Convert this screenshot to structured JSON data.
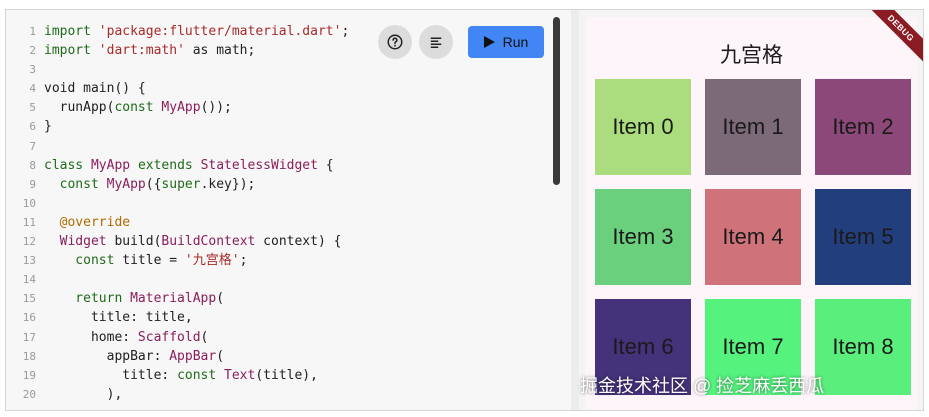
{
  "editor": {
    "lines": [
      {
        "n": "1",
        "segs": [
          {
            "t": "import ",
            "c": "kw"
          },
          {
            "t": "'package:flutter/material.dart'",
            "c": "str"
          },
          {
            "t": ";",
            "c": ""
          }
        ]
      },
      {
        "n": "2",
        "segs": [
          {
            "t": "import ",
            "c": "kw"
          },
          {
            "t": "'dart:math'",
            "c": "str"
          },
          {
            "t": " as math;",
            "c": ""
          }
        ]
      },
      {
        "n": "3",
        "segs": []
      },
      {
        "n": "4",
        "segs": [
          {
            "t": "void main() {",
            "c": ""
          }
        ]
      },
      {
        "n": "5",
        "segs": [
          {
            "t": "  runApp(",
            "c": ""
          },
          {
            "t": "const ",
            "c": "kw"
          },
          {
            "t": "MyApp",
            "c": "ty"
          },
          {
            "t": "());",
            "c": ""
          }
        ]
      },
      {
        "n": "6",
        "segs": [
          {
            "t": "}",
            "c": ""
          }
        ]
      },
      {
        "n": "7",
        "segs": []
      },
      {
        "n": "8",
        "segs": [
          {
            "t": "class ",
            "c": "kw"
          },
          {
            "t": "MyApp ",
            "c": "ty"
          },
          {
            "t": "extends ",
            "c": "kw"
          },
          {
            "t": "StatelessWidget",
            "c": "ty"
          },
          {
            "t": " {",
            "c": ""
          }
        ]
      },
      {
        "n": "9",
        "segs": [
          {
            "t": "  const ",
            "c": "kw"
          },
          {
            "t": "MyApp",
            "c": "ty"
          },
          {
            "t": "({",
            "c": ""
          },
          {
            "t": "super",
            "c": "kw"
          },
          {
            "t": ".key});",
            "c": ""
          }
        ]
      },
      {
        "n": "10",
        "segs": []
      },
      {
        "n": "11",
        "segs": [
          {
            "t": "  @override",
            "c": "ann"
          }
        ]
      },
      {
        "n": "12",
        "segs": [
          {
            "t": "  Widget",
            "c": "ty"
          },
          {
            "t": " build(",
            "c": ""
          },
          {
            "t": "BuildContext",
            "c": "ty"
          },
          {
            "t": " context) {",
            "c": ""
          }
        ]
      },
      {
        "n": "13",
        "segs": [
          {
            "t": "    const ",
            "c": "kw"
          },
          {
            "t": "title = ",
            "c": ""
          },
          {
            "t": "'九宫格'",
            "c": "str"
          },
          {
            "t": ";",
            "c": ""
          }
        ]
      },
      {
        "n": "14",
        "segs": []
      },
      {
        "n": "15",
        "segs": [
          {
            "t": "    return ",
            "c": "kw"
          },
          {
            "t": "MaterialApp",
            "c": "ty"
          },
          {
            "t": "(",
            "c": ""
          }
        ]
      },
      {
        "n": "16",
        "segs": [
          {
            "t": "      title: title,",
            "c": ""
          }
        ]
      },
      {
        "n": "17",
        "segs": [
          {
            "t": "      home: ",
            "c": ""
          },
          {
            "t": "Scaffold",
            "c": "ty"
          },
          {
            "t": "(",
            "c": ""
          }
        ]
      },
      {
        "n": "18",
        "segs": [
          {
            "t": "        appBar: ",
            "c": ""
          },
          {
            "t": "AppBar",
            "c": "ty"
          },
          {
            "t": "(",
            "c": ""
          }
        ]
      },
      {
        "n": "19",
        "segs": [
          {
            "t": "          title: ",
            "c": ""
          },
          {
            "t": "const ",
            "c": "kw"
          },
          {
            "t": "Text",
            "c": "ty"
          },
          {
            "t": "(title),",
            "c": ""
          }
        ]
      },
      {
        "n": "20",
        "segs": [
          {
            "t": "        ),",
            "c": ""
          }
        ]
      }
    ]
  },
  "toolbar": {
    "help_icon": "help-circle-icon",
    "format_icon": "format-align-icon",
    "run_label": "Run",
    "run_icon": "play-icon"
  },
  "preview": {
    "app_title": "九宫格",
    "debug_banner": "DEBUG",
    "items": [
      {
        "label": "Item 0",
        "color": "#abdd7e"
      },
      {
        "label": "Item 1",
        "color": "#7d6a78"
      },
      {
        "label": "Item 2",
        "color": "#8c4878"
      },
      {
        "label": "Item 3",
        "color": "#6bd07e"
      },
      {
        "label": "Item 4",
        "color": "#d0727a"
      },
      {
        "label": "Item 5",
        "color": "#223e7c"
      },
      {
        "label": "Item 6",
        "color": "#44327a"
      },
      {
        "label": "Item 7",
        "color": "#55f27e"
      },
      {
        "label": "Item 8",
        "color": "#5aee7c"
      }
    ]
  },
  "watermark": "掘金技术社区 @ 捡芝麻丢西瓜"
}
